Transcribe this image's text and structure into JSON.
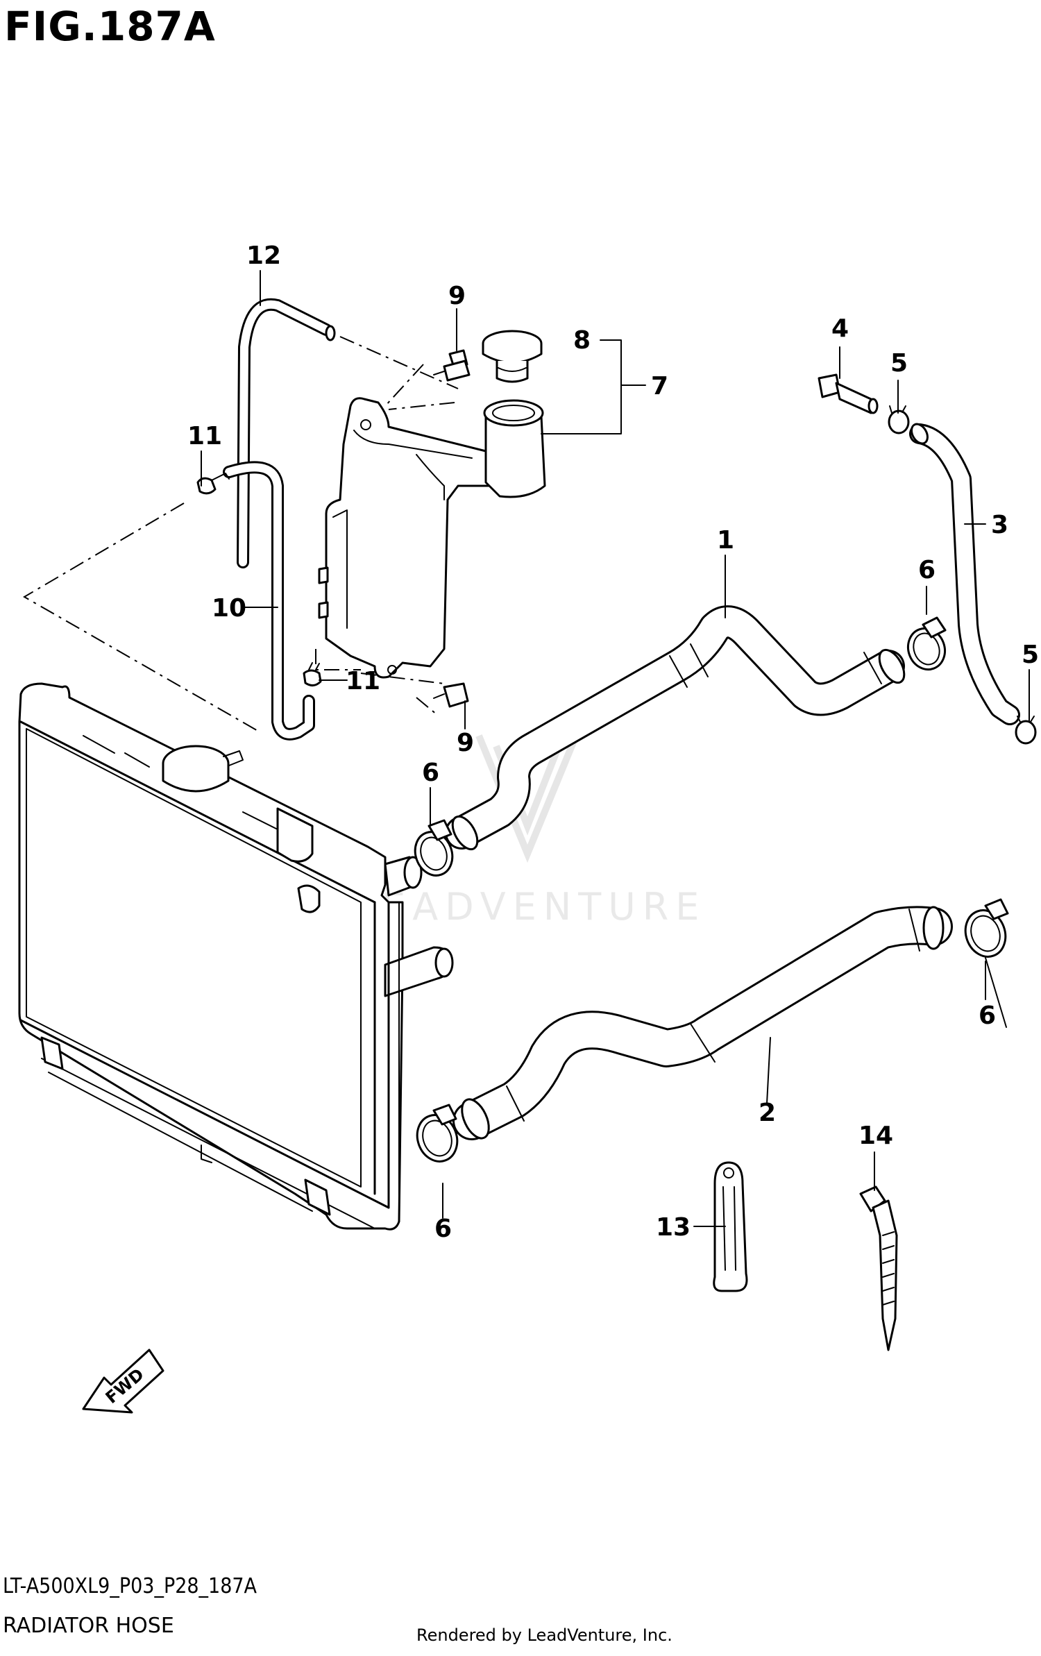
{
  "figure": {
    "title": "FIG.187A",
    "code": "LT-A500XL9_P03_P28_187A",
    "name": "RADIATOR HOSE",
    "credit": "Rendered by LeadVenture, Inc.",
    "watermark": "LEADVENTURE",
    "fwd_label": "FWD"
  },
  "callouts": {
    "c1": "1",
    "c2": "2",
    "c3": "3",
    "c4": "4",
    "c5a": "5",
    "c5b": "5",
    "c6a": "6",
    "c6b": "6",
    "c6c": "6",
    "c6d": "6",
    "c7": "7",
    "c8": "8",
    "c9a": "9",
    "c9b": "9",
    "c10": "10",
    "c11a": "11",
    "c11b": "11",
    "c12": "12",
    "c13": "13",
    "c14": "14"
  }
}
